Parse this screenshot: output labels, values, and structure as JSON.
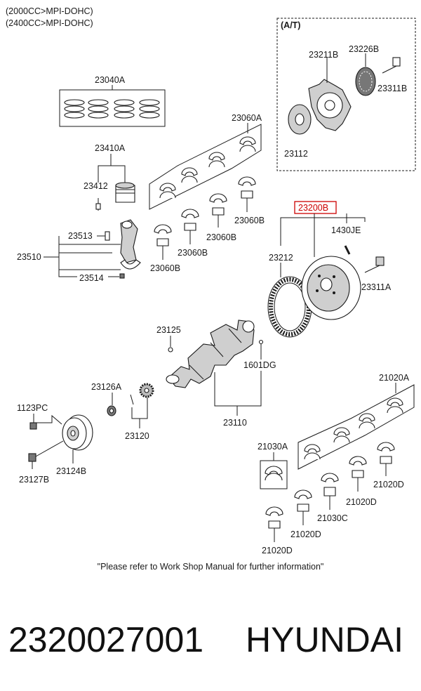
{
  "header": {
    "line1": "(2000CC>MPI-DOHC)",
    "line2": "(2400CC>MPI-DOHC)",
    "at_box_label": "(A/T)"
  },
  "labels": {
    "p23040A": "23040A",
    "p23410A": "23410A",
    "p23412": "23412",
    "p23513": "23513",
    "p23510": "23510",
    "p23514": "23514",
    "p23060A": "23060A",
    "p23060B_1": "23060B",
    "p23060B_2": "23060B",
    "p23060B_3": "23060B",
    "p23060B_4": "23060B",
    "p23211B": "23211B",
    "p23226B": "23226B",
    "p23311B": "23311B",
    "p23112": "23112",
    "p23200B": "23200B",
    "p1430JE": "1430JE",
    "p23212": "23212",
    "p23311A": "23311A",
    "p23125": "23125",
    "p1601DG": "1601DG",
    "p23126A": "23126A",
    "p23120": "23120",
    "p23110": "23110",
    "p1123PC": "1123PC",
    "p23124B": "23124B",
    "p23127B": "23127B",
    "p21020A": "21020A",
    "p21030A": "21030A",
    "p21020D_1": "21020D",
    "p21020D_2": "21020D",
    "p21030C": "21030C",
    "p21020D_3": "21020D",
    "p21020D_4": "21020D"
  },
  "note": "\"Please refer to Work Shop Manual for further information\"",
  "footer": {
    "part_number": "2320027001",
    "brand": "HYUNDAI"
  },
  "colors": {
    "highlight": "#cc0000",
    "ink": "#1a1a1a"
  }
}
